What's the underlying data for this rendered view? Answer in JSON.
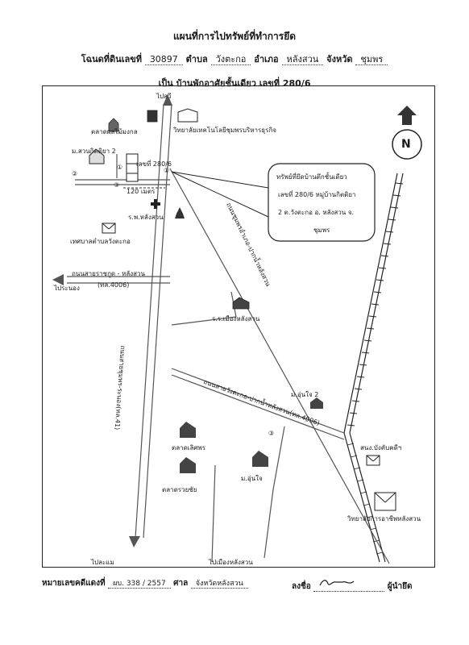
{
  "header": {
    "title": "แผนที่การไปทรัพย์ที่ทำการยึด",
    "deed_label": "โฉนดที่ดินเลขที่",
    "deed_no": "30897",
    "subdistrict_label": "ตำบล",
    "subdistrict": "วังตะกอ",
    "district_label": "อำเภอ",
    "district": "หลังสวน",
    "province_label": "จังหวัด",
    "province": "ชุมพร",
    "property_line": "เป็น บ้านพักอาศัยชั้นเดียว เลขที่ 280/6"
  },
  "map": {
    "compass_letter": "N",
    "callout": {
      "line1": "ทรัพย์ที่ยึดบ้านตึกชั้นเดียว",
      "line2": "เลขที่ 280/6 หมู่บ้านกิตติยา",
      "line3": "2 ต.วังตะกอ อ. หลังสวน จ.",
      "line4": "ชุมพร"
    },
    "labels": {
      "to_posi": "ไปสวี",
      "market_mongkol": "ตลาดผลไม้มงกล",
      "college_tech": "วิทยาลัยเทคโนโลยีชุมพรบริหารธุรกิจ",
      "village_kittiya": "ม.สวนกิตติยา 2",
      "house_no": "เลขที่ 280/6",
      "marker_1a": "①",
      "marker_2": "②",
      "marker_1b": "①",
      "marker_3a": "③",
      "distance": "120 เมตร",
      "hospital": "ร.พ.หลังสวน",
      "municipality": "เทศบาลตำบลวังตะกอ",
      "road_ranong": "ถนนสายราชกูด - หลังสวน",
      "road_ranong_code": "(ทล.4006)",
      "to_ranong": "ไประนอง",
      "school_mueang": "ร.ร.เมืองหลังสวน",
      "road_main": "ถนนสายชุมพร-ระนอง(ทล.41)",
      "road_lower": "ถนนสายวังตะกอ-ปากน้ำหลังสวน(ทล.4006)",
      "road_upper": "ถนนชุมพรอำเภอ-ปากน้ำหลังสวน",
      "village_unjai2": "ม.อุ่นใจ 2",
      "marker_3b": "③",
      "market_lertpon": "ตลาดเลิศพร",
      "market_ruangchai": "ตลาดรวยชัย",
      "village_unjai": "ม.อุ่นใจ",
      "police": "สนง.บังคับคดีฯ",
      "college_vocational": "วิทยาลัยการอาชีพหลังสวน",
      "to_lamae": "ไปละแม",
      "to_mueang_langsuan": "ไปเมืองหลังสวน"
    }
  },
  "footer": {
    "case_label": "หมายเลขคดีแดงที่",
    "case_no": "ผบ. 338 / 2557",
    "court_label": "ศาล",
    "court": "จังหวัดหลังสวน",
    "sign_label": "ลงชื่อ",
    "seizer_label": "ผู้นำยึด"
  }
}
